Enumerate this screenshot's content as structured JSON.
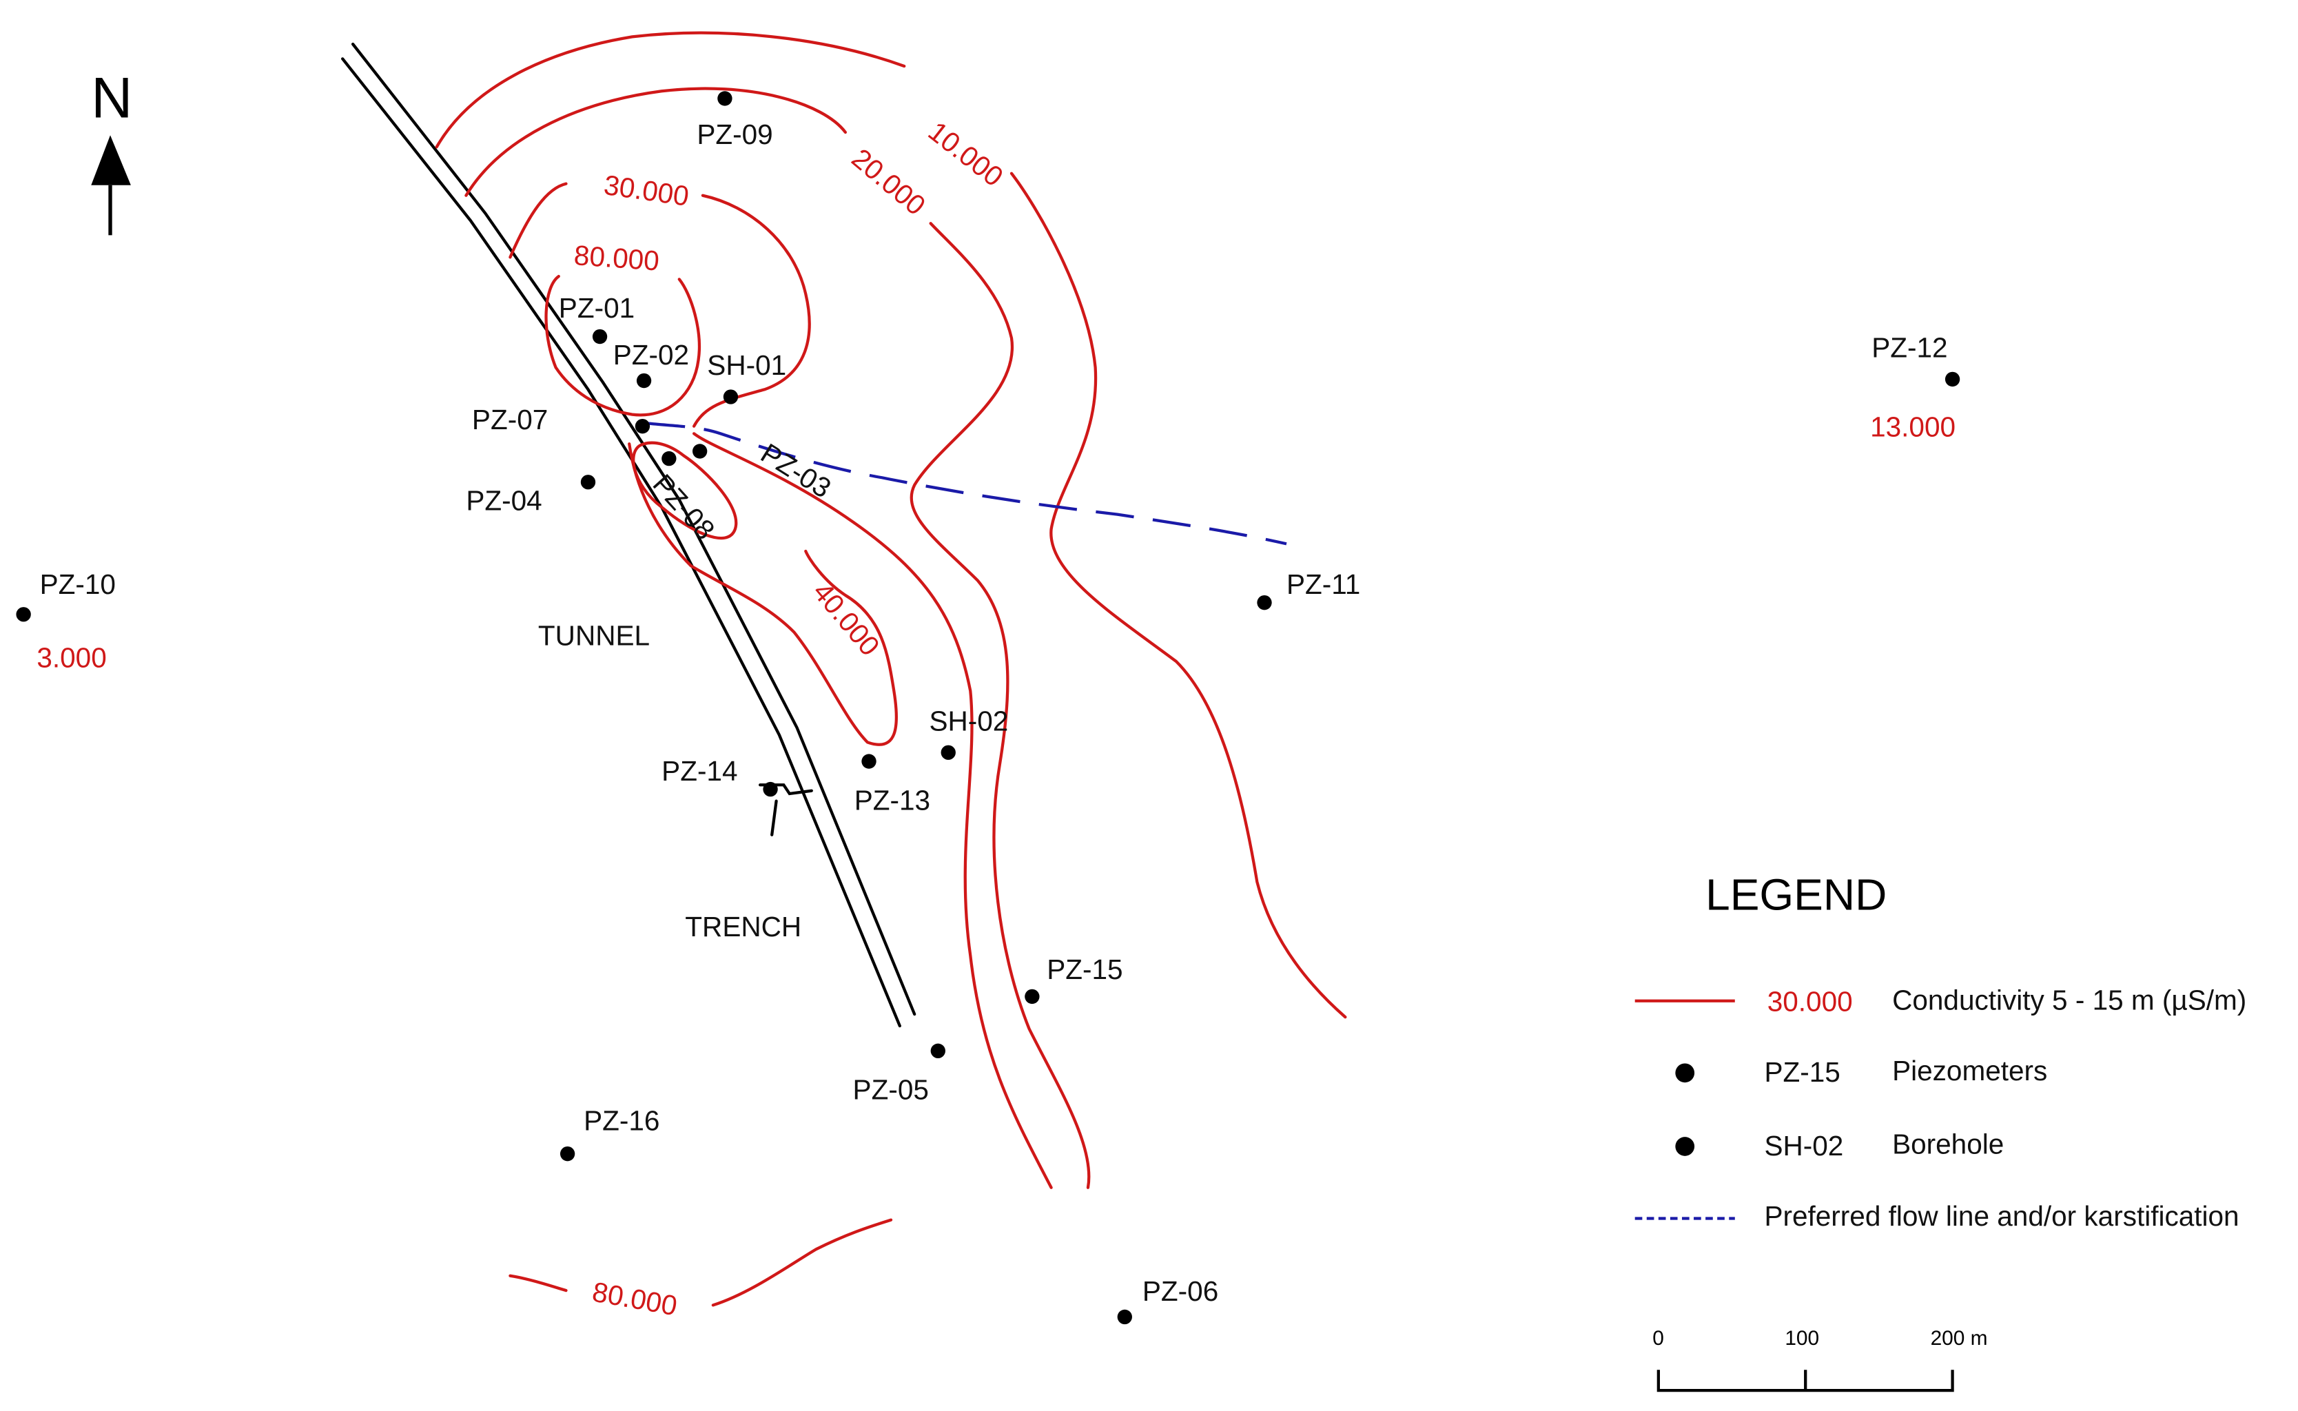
{
  "north_arrow": {
    "label": "N"
  },
  "contours": [
    {
      "label": "10.000",
      "value": 10000
    },
    {
      "label": "20.000",
      "value": 20000
    },
    {
      "label": "30.000",
      "value": 30000
    },
    {
      "label": "80.000",
      "value": 80000
    },
    {
      "label": "40.000",
      "value": 40000
    },
    {
      "label": "80.000",
      "value": 80000
    }
  ],
  "wells": {
    "pz01": "PZ-01",
    "pz02": "PZ-02",
    "pz03": "PZ-03",
    "pz04": "PZ-04",
    "pz05": "PZ-05",
    "pz06": "PZ-06",
    "pz07": "PZ-07",
    "pz08": "PZ-08",
    "pz09": "PZ-09",
    "pz10": "PZ-10",
    "pz11": "PZ-11",
    "pz12": "PZ-12",
    "pz13": "PZ-13",
    "pz14": "PZ-14",
    "pz15": "PZ-15",
    "pz16": "PZ-16",
    "sh01": "SH-01",
    "sh02": "SH-02"
  },
  "well_values": {
    "pz10": "3.000",
    "pz12": "13.000"
  },
  "features": {
    "tunnel": "TUNNEL",
    "trench": "TRENCH"
  },
  "legend": {
    "title": "LEGEND",
    "conductivity_sample": "30.000",
    "conductivity_text": "Conductivity 5 - 15 m (µS/m)",
    "piezometer_sample": "PZ-15",
    "piezometer_text": "Piezometers",
    "borehole_sample": "SH-02",
    "borehole_text": "Borehole",
    "flowline_text": "Preferred flow line and/or karstification"
  },
  "scale_bar": {
    "labels": [
      "0",
      "100",
      "200 m"
    ]
  },
  "colors": {
    "contour": "#d01818",
    "flowline": "#1a1aa8",
    "marks": "#000000"
  }
}
